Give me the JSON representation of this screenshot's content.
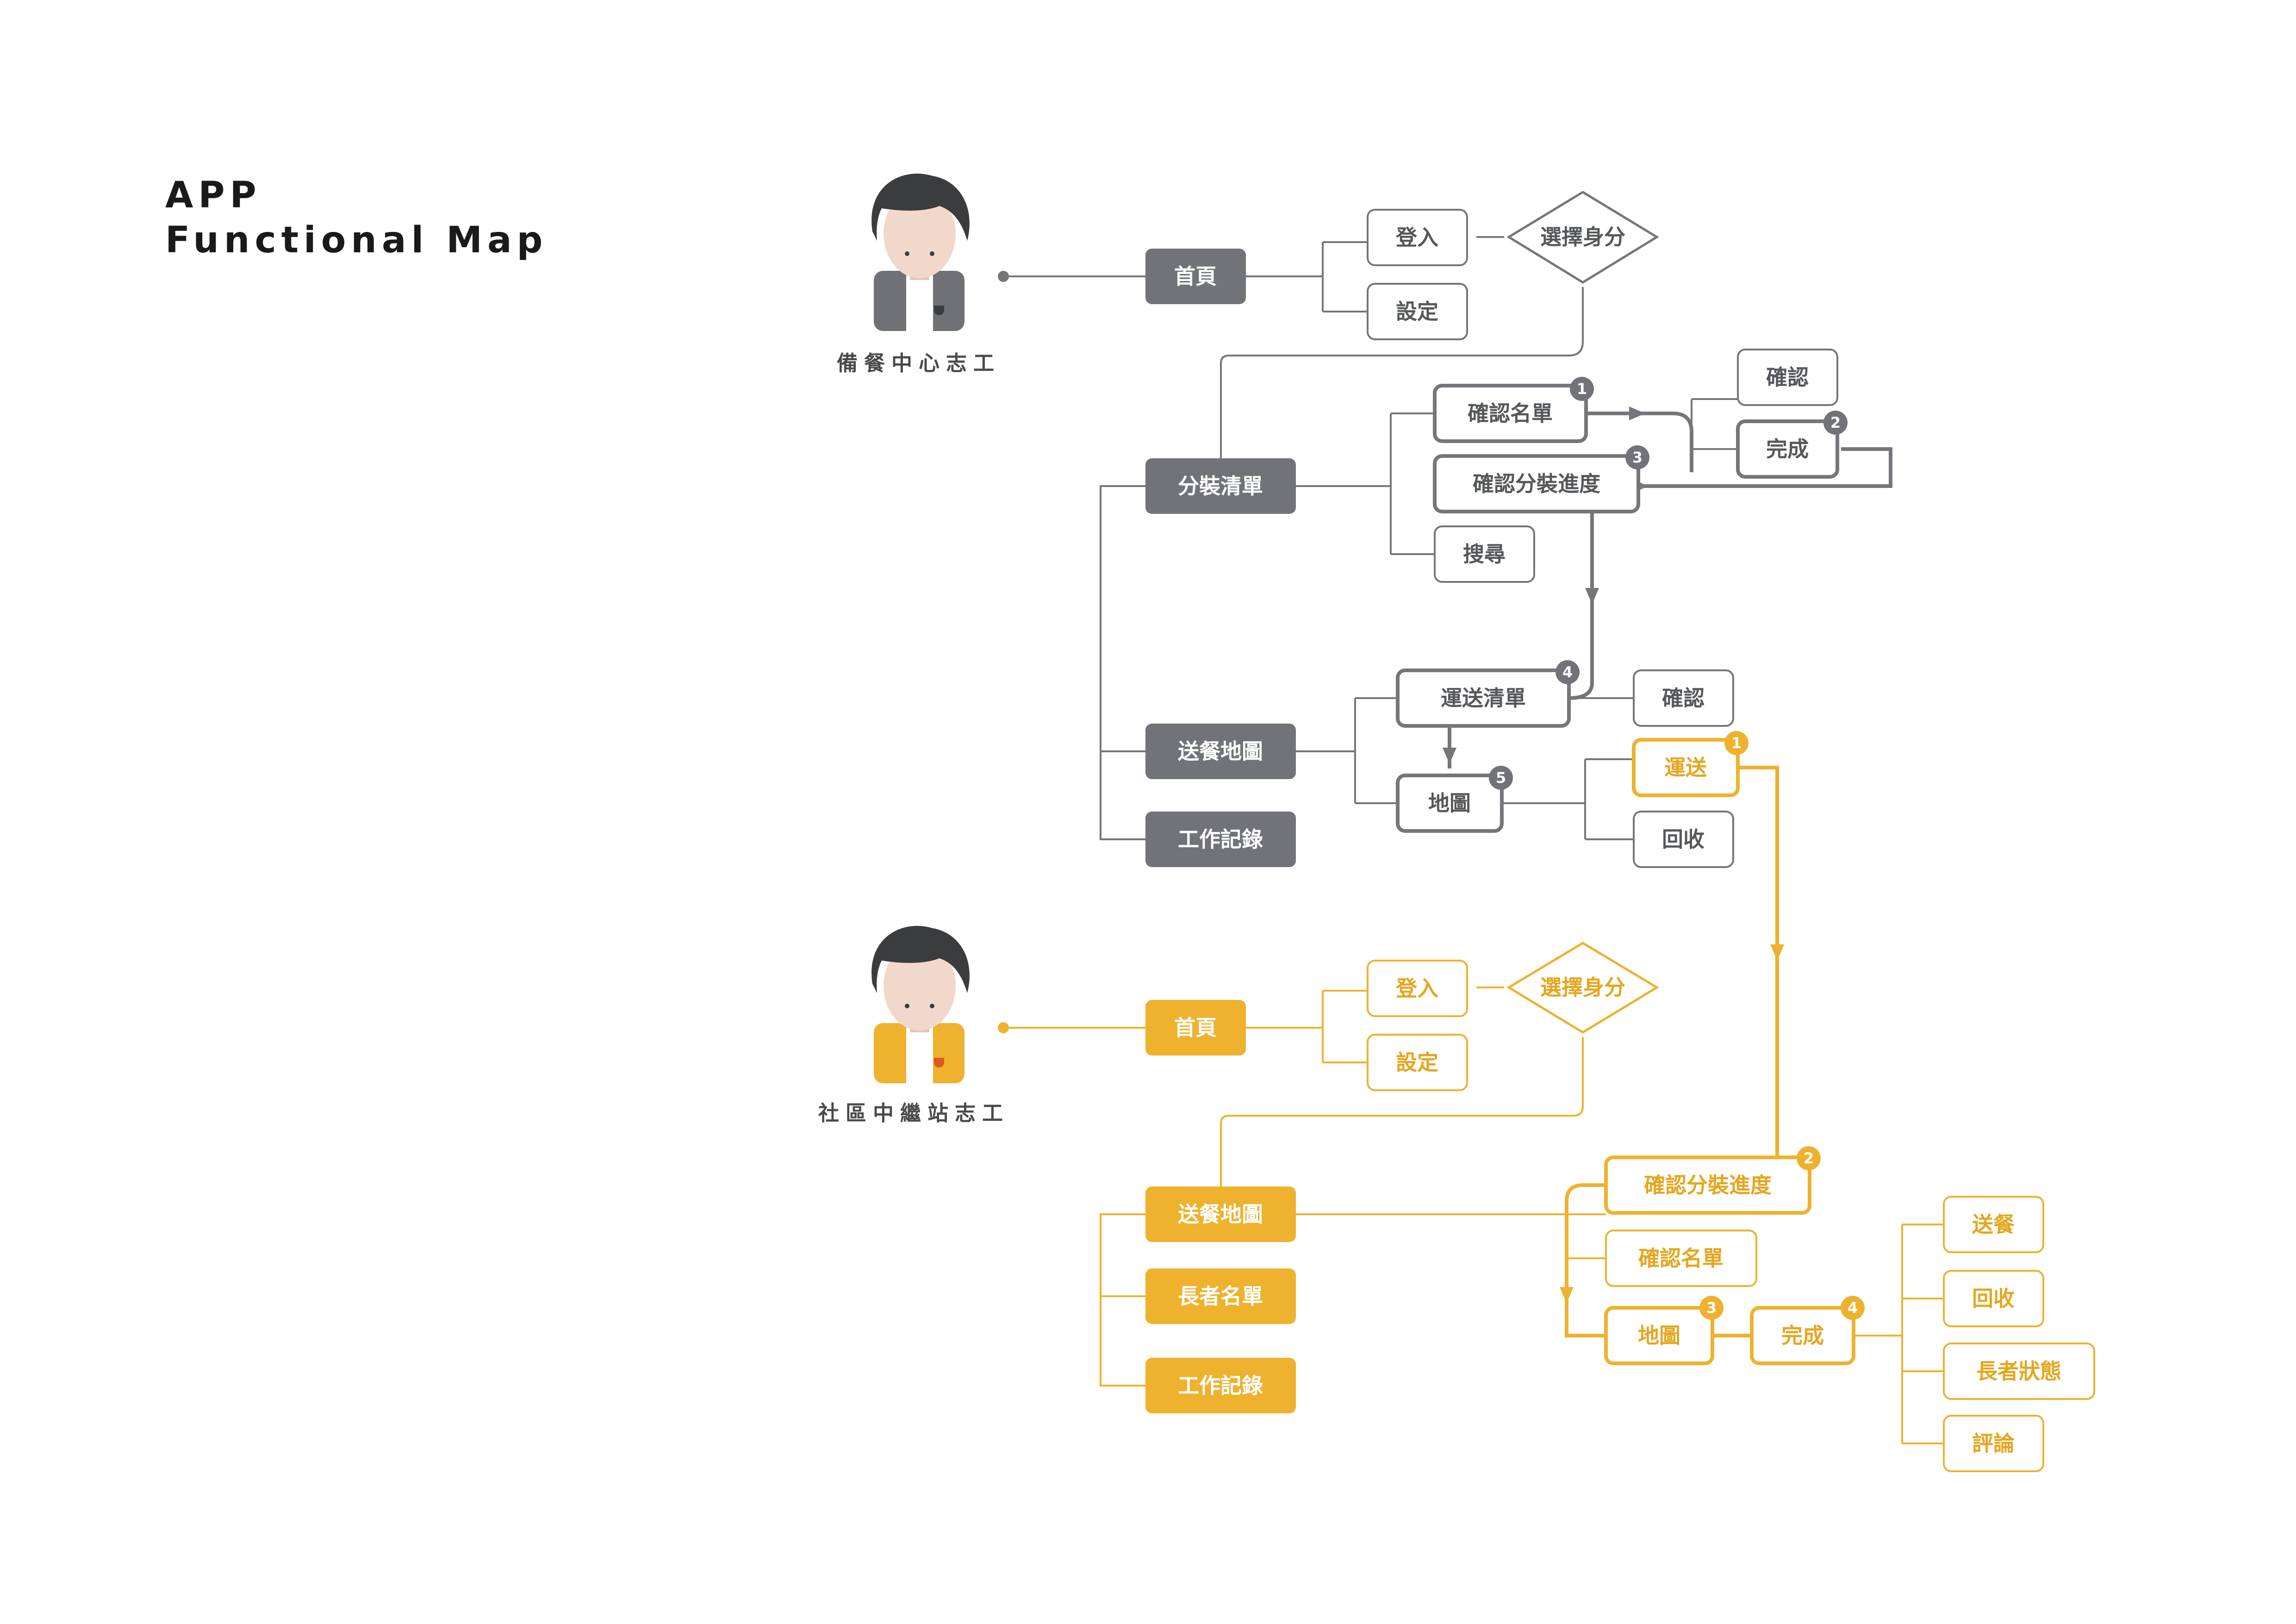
{
  "title": {
    "line1": "APP",
    "line2": "Functional Map"
  },
  "colors": {
    "gray": "#717378",
    "yellow": "#eeb22f",
    "text_dark": "#1a1a1a"
  },
  "kitchen": {
    "role_label": "備餐中心志工",
    "home": "首頁",
    "login": "登入",
    "settings": "設定",
    "choose_identity": "選擇身分",
    "packing_list": "分裝清單",
    "confirm_list": "確認名單",
    "confirm_progress": "確認分裝進度",
    "search": "搜尋",
    "confirm": "確認",
    "complete": "完成",
    "delivery_map": "送餐地圖",
    "work_record": "工作記錄",
    "transport_list": "運送清單",
    "confirm2": "確認",
    "map": "地圖",
    "recycle": "回收",
    "badges": [
      "1",
      "2",
      "3",
      "4",
      "5"
    ]
  },
  "station": {
    "role_label": "社區中繼站志工",
    "home": "首頁",
    "login": "登入",
    "settings": "設定",
    "choose_identity": "選擇身分",
    "delivery_map": "送餐地圖",
    "elder_list": "長者名單",
    "work_record": "工作記錄",
    "transport": "運送",
    "confirm_progress": "確認分裝進度",
    "confirm_list": "確認名單",
    "map": "地圖",
    "complete": "完成",
    "deliver_meal": "送餐",
    "recycle": "回收",
    "elder_status": "長者狀態",
    "comment": "評論",
    "badges": [
      "1",
      "2",
      "3",
      "4"
    ]
  }
}
